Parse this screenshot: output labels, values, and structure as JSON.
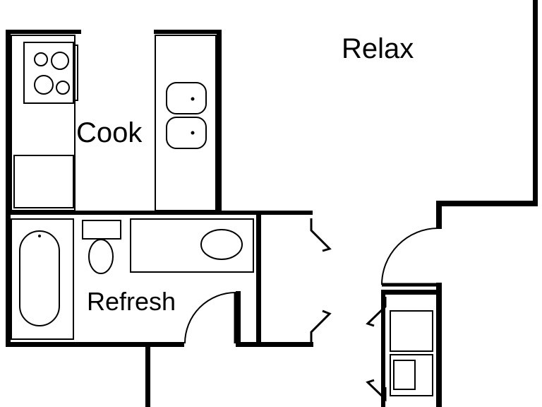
{
  "rooms": {
    "relax": "Relax",
    "cook": "Cook",
    "refresh": "Refresh"
  },
  "colors": {
    "wall": "#000000",
    "background": "#ffffff"
  }
}
